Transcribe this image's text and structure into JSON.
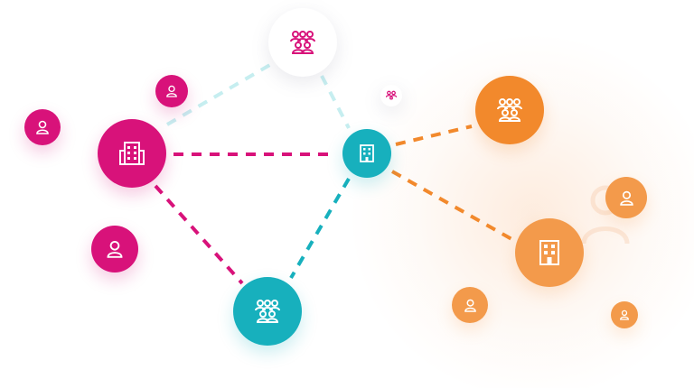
{
  "colors": {
    "magenta": "#d8127a",
    "teal": "#17b0bd",
    "orange": "#f2892c",
    "orange_light": "#f39a4b",
    "light_teal_dash": "#c6eef0",
    "white": "#ffffff"
  },
  "nodes": [
    {
      "id": "hub-magenta",
      "kind": "building-icon",
      "color": "magenta"
    },
    {
      "id": "hub-teal",
      "kind": "building-icon",
      "color": "teal"
    },
    {
      "id": "hub-orange",
      "kind": "building-icon",
      "color": "orange_light"
    },
    {
      "id": "group-top-white",
      "kind": "group-icon",
      "color": "white"
    },
    {
      "id": "group-bottom-teal",
      "kind": "group-icon",
      "color": "teal"
    },
    {
      "id": "group-orange",
      "kind": "group-icon",
      "color": "orange"
    },
    {
      "id": "group-tiny-white",
      "kind": "group-icon",
      "color": "white"
    },
    {
      "id": "user-left-magenta",
      "kind": "user-icon",
      "color": "magenta"
    },
    {
      "id": "user-top-magenta",
      "kind": "user-icon",
      "color": "magenta"
    },
    {
      "id": "user-mid-magenta",
      "kind": "user-icon",
      "color": "magenta"
    },
    {
      "id": "user-orange-right",
      "kind": "user-icon",
      "color": "orange_light"
    },
    {
      "id": "user-orange-bottom-left",
      "kind": "user-icon",
      "color": "orange_light"
    },
    {
      "id": "user-orange-bottom-right",
      "kind": "user-icon",
      "color": "orange_light"
    }
  ],
  "edges": [
    {
      "from": "hub-magenta",
      "to": "hub-teal",
      "color": "magenta"
    },
    {
      "from": "hub-magenta",
      "to": "group-bottom-teal",
      "color": "magenta"
    },
    {
      "from": "hub-magenta",
      "to": "group-top-white",
      "color": "light_teal_dash"
    },
    {
      "from": "group-top-white",
      "to": "hub-teal",
      "color": "light_teal_dash"
    },
    {
      "from": "hub-teal",
      "to": "group-bottom-teal",
      "color": "teal"
    },
    {
      "from": "hub-teal",
      "to": "group-orange",
      "color": "orange"
    },
    {
      "from": "hub-teal",
      "to": "hub-orange",
      "color": "orange"
    }
  ]
}
